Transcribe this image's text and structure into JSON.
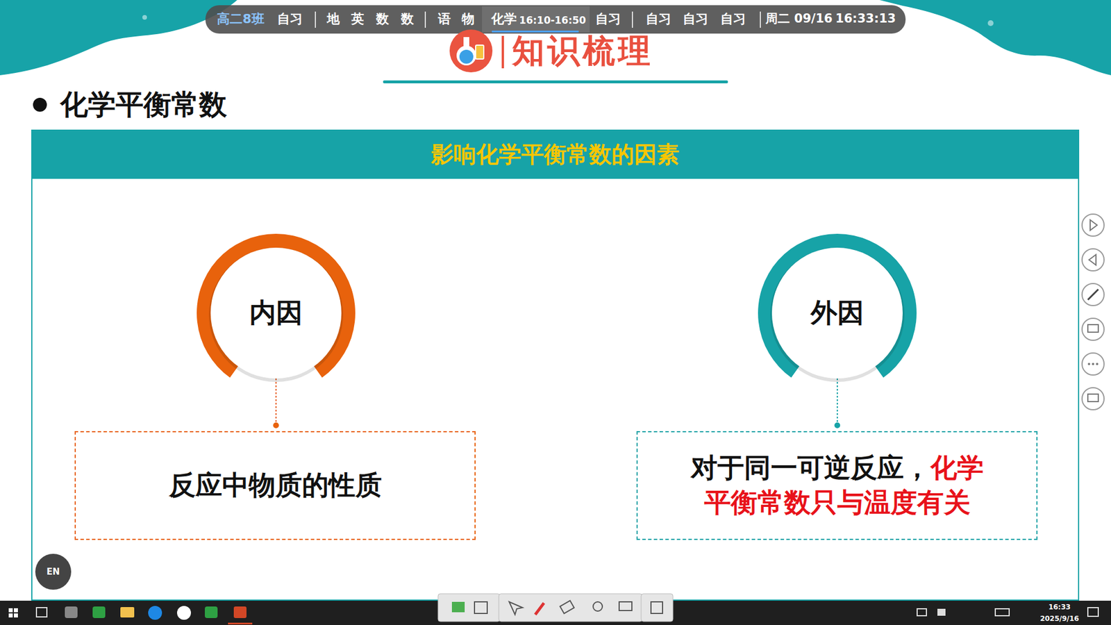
{
  "diagram": {
    "title": "知识梳理",
    "nodes": [
      {
        "text": [
          "影响化学平衡常数的因素"
        ]
      },
      {
        "text": [
          "内因"
        ],
        "in": 0
      },
      {
        "text": [
          "反应中物质的性质"
        ],
        "in": 0
      },
      {
        "text": [
          "外因"
        ],
        "in": 0
      },
      {
        "text": [
          "对于同一可逆反应，",
          "化学平衡常数只与温度有关"
        ],
        "in": 0
      }
    ],
    "edges": [
      {
        "from": 1,
        "to": 2,
        "arrow": "none"
      },
      {
        "from": 3,
        "to": 4,
        "arrow": "none"
      }
    ],
    "labels": [
      "高二8班",
      "自习",
      "地",
      "英",
      "数",
      "数",
      "语",
      "物",
      "化学",
      "16:10-16:50",
      "自习",
      "自习",
      "自习",
      "自习",
      "周二 09/16",
      "16:33:13",
      "化学平衡常数",
      "EN",
      "16:33",
      "2025/9/16"
    ]
  }
}
